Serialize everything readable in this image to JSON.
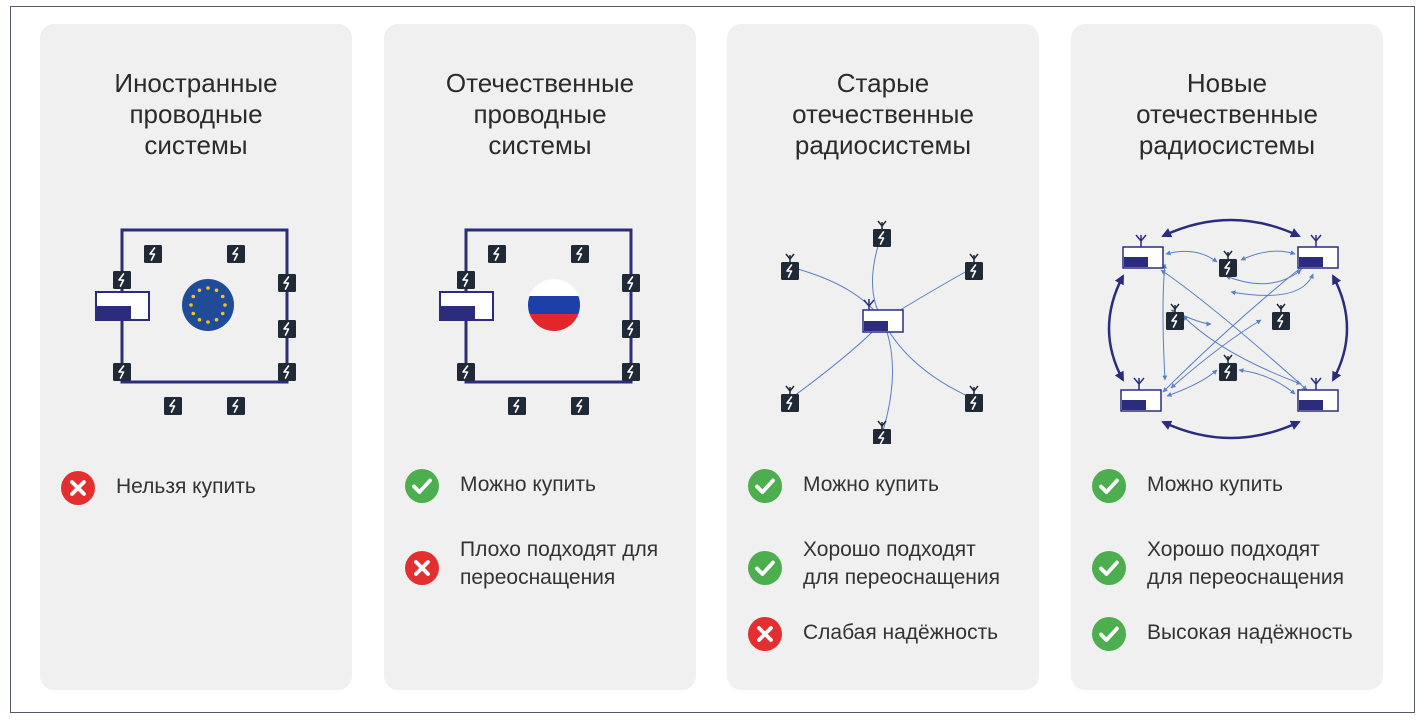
{
  "colors": {
    "card_bg": "#f0f0f0",
    "navy": "#2b2d7c",
    "green": "#4cae4f",
    "red": "#e32f2f",
    "node": "#1f2a36",
    "radio_arrow": "#5b7fc2"
  },
  "cards": [
    {
      "title_lines": [
        "Иностранные",
        "проводные",
        "системы"
      ],
      "diagram_type": "wired-ring",
      "flag": "eu-flag-icon",
      "features": [
        {
          "status": "no",
          "lines": [
            "Нельзя купить"
          ]
        }
      ]
    },
    {
      "title_lines": [
        "Отечественные",
        "проводные",
        "системы"
      ],
      "diagram_type": "wired-ring",
      "flag": "russia-flag-icon",
      "features": [
        {
          "status": "yes",
          "lines": [
            "Можно купить"
          ]
        },
        {
          "status": "no",
          "lines": [
            "Плохо подходят для",
            "переоснащения"
          ]
        }
      ]
    },
    {
      "title_lines": [
        "Старые",
        "отечественные",
        "радиосистемы"
      ],
      "diagram_type": "radio-star",
      "features": [
        {
          "status": "yes",
          "lines": [
            "Можно купить"
          ]
        },
        {
          "status": "yes",
          "lines": [
            "Хорошо подходят",
            "для переоснащения"
          ]
        },
        {
          "status": "no",
          "lines": [
            "Слабая надёжность"
          ]
        }
      ]
    },
    {
      "title_lines": [
        "Новые",
        "отечественные",
        "радиосистемы"
      ],
      "diagram_type": "radio-mesh",
      "features": [
        {
          "status": "yes",
          "lines": [
            "Можно купить"
          ]
        },
        {
          "status": "yes",
          "lines": [
            "Хорошо подходят",
            "для переоснащения"
          ]
        },
        {
          "status": "yes",
          "lines": [
            "Высокая надёжность"
          ]
        }
      ]
    }
  ]
}
